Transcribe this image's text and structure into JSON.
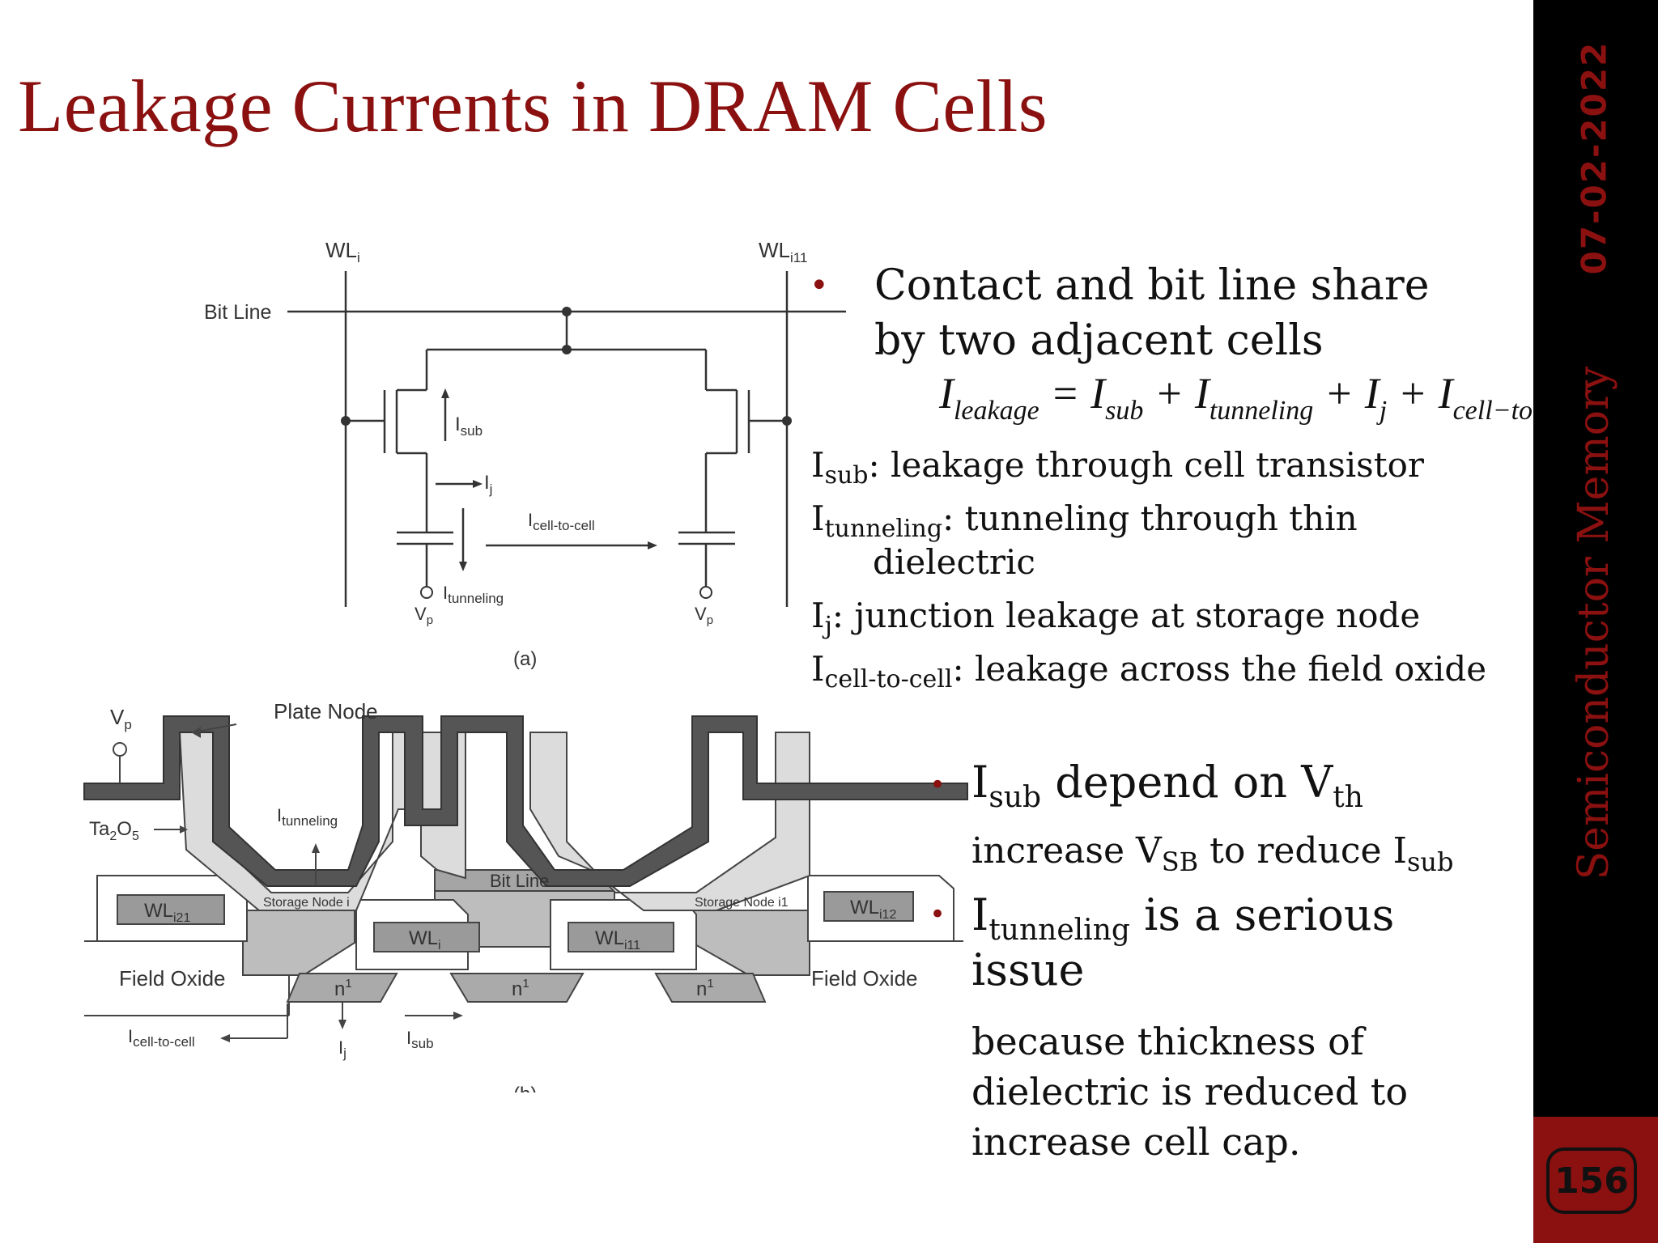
{
  "slide": {
    "title": "Leakage Currents in DRAM Cells",
    "date": "07-02-2022",
    "course": "Semiconductor Memory",
    "page_number": "156"
  },
  "figure_a": {
    "wl_i": "WL",
    "wl_i_sub": "i",
    "wl_i1": "WL",
    "wl_i1_sub": "i11",
    "bit_line": "Bit Line",
    "i_sub": "I",
    "i_sub_sub": "sub",
    "i_j": "I",
    "i_j_sub": "j",
    "i_cell": "I",
    "i_cell_sub": "cell-to-cell",
    "i_tunnel": "I",
    "i_tunnel_sub": "tunneling",
    "vp_left": "V",
    "vp_left_sub": "p",
    "vp_right": "V",
    "vp_right_sub": "p",
    "caption": "(a)"
  },
  "figure_b": {
    "vp": "V",
    "vp_sub": "p",
    "plate_node": "Plate Node",
    "ta2o5": "Ta",
    "ta2o5_2": "2",
    "ta2o5_o": "O",
    "ta2o5_5": "5",
    "i_tunnel": "I",
    "i_tunnel_sub": "tunneling",
    "bit_line": "Bit Line",
    "storage_node_i": "Storage Node i",
    "storage_node_i1": "Storage Node i1",
    "wl_i21": "WL",
    "wl_i21_sub": "i21",
    "wl_i": "WL",
    "wl_i_sub": "i",
    "wl_i11": "WL",
    "wl_i11_sub": "i11",
    "wl_i12": "WL",
    "wl_i12_sub": "i12",
    "field_oxide_left": "Field Oxide",
    "field_oxide_right": "Field Oxide",
    "n_left": "n",
    "n_mid": "n",
    "n_right": "n",
    "n_sup": "1",
    "i_cell": "I",
    "i_cell_sub": "cell-to-cell",
    "i_sub": "I",
    "i_sub_sub": "sub",
    "i_j": "I",
    "i_j_sub": "j",
    "caption": "(b)"
  },
  "content": {
    "bullet1_line1": "Contact and bit line share",
    "bullet1_line2": "by two adjacent cells",
    "equation": {
      "lhs": "I",
      "lhs_sub": "leakage",
      "eq": " = ",
      "t1": "I",
      "t1_sub": "sub",
      "plus1": " + ",
      "t2": "I",
      "t2_sub": "tunneling",
      "plus2": " + ",
      "t3": "I",
      "t3_sub": "j",
      "plus3": " + ",
      "t4": "I",
      "t4_sub": "cell−to−c"
    },
    "defs": [
      {
        "sym": "I",
        "sub": "sub",
        "text": ": leakage through cell transistor"
      },
      {
        "sym": "I",
        "sub": "tunneling",
        "text": ": tunneling through thin"
      },
      {
        "cont": "dielectric"
      },
      {
        "sym": "I",
        "sub": "j",
        "text": ": junction leakage at storage node"
      },
      {
        "sym": "I",
        "sub": "cell-to-cell",
        "text": ": leakage across the field oxide"
      }
    ],
    "b2_sym": "I",
    "b2_sub": "sub",
    "b2_text": " depend on V",
    "b2_th": "th",
    "b2_line2_a": "increase V",
    "b2_line2_sb": "SB",
    "b2_line2_b": " to reduce I",
    "b2_line2_sub": "sub",
    "b3_sym": "I",
    "b3_sub": "tunneling",
    "b3_text": " is a serious",
    "b3_line2": "issue",
    "b3_body_1": "because thickness of",
    "b3_body_2": "dielectric is reduced to",
    "b3_body_3": "increase cell cap.",
    "bullet_glyph": "•"
  },
  "colors": {
    "accent": "#8b1010",
    "sidebar": "#000000",
    "dark_gray": "#555555",
    "mid_gray": "#aaaaaa",
    "light_gray": "#dddddd"
  }
}
